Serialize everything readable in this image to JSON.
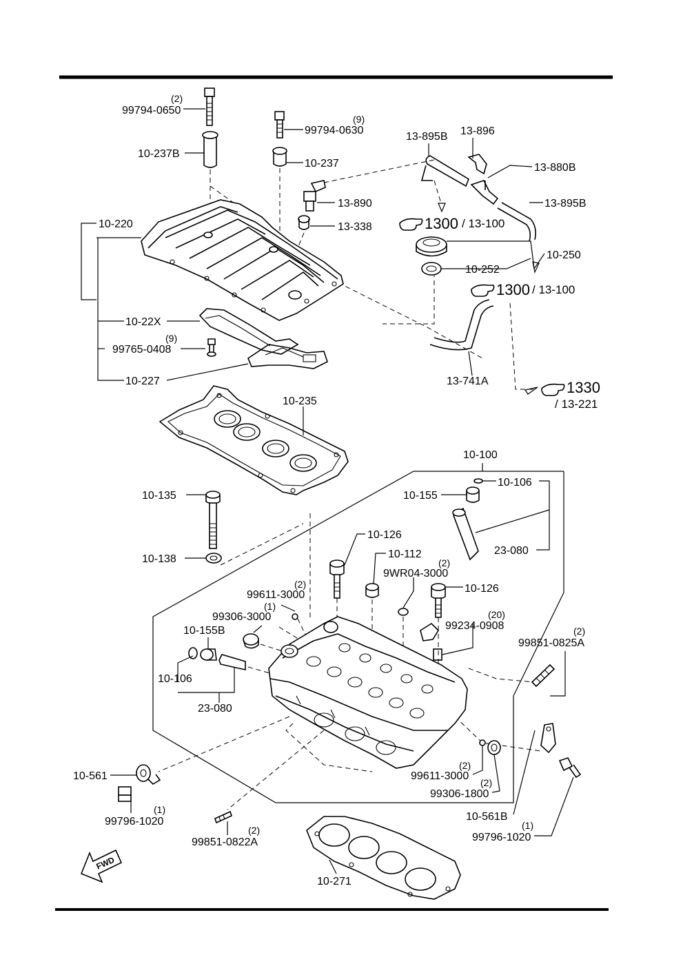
{
  "callouts": [
    {
      "id": "99794-0650",
      "qty": "(2)"
    },
    {
      "id": "99794-0630",
      "qty": "(9)"
    },
    {
      "id": "10-237B"
    },
    {
      "id": "10-237"
    },
    {
      "id": "13-895B-a",
      "text": "13-895B"
    },
    {
      "id": "13-896",
      "text": "13-896"
    },
    {
      "id": "13-880B",
      "text": "13-880B"
    },
    {
      "id": "13-895B-b",
      "text": "13-895B"
    },
    {
      "id": "13-890",
      "text": "13-890"
    },
    {
      "id": "13-338",
      "text": "13-338"
    },
    {
      "id": "10-220",
      "text": "10-220"
    },
    {
      "id": "10-250",
      "text": "10-250"
    },
    {
      "id": "10-252",
      "text": "10-252"
    },
    {
      "id": "10-22X",
      "text": "10-22X"
    },
    {
      "id": "99765-0408",
      "text": "99765-0408",
      "qty": "(9)"
    },
    {
      "id": "10-227",
      "text": "10-227"
    },
    {
      "id": "13-741A",
      "text": "13-741A"
    },
    {
      "id": "10-235",
      "text": "10-235"
    },
    {
      "id": "10-100",
      "text": "10-100"
    },
    {
      "id": "10-106-a",
      "text": "10-106"
    },
    {
      "id": "10-155",
      "text": "10-155"
    },
    {
      "id": "10-135",
      "text": "10-135"
    },
    {
      "id": "23-080-a",
      "text": "23-080"
    },
    {
      "id": "10-126-a",
      "text": "10-126"
    },
    {
      "id": "10-112",
      "text": "10-112"
    },
    {
      "id": "10-138",
      "text": "10-138"
    },
    {
      "id": "9WR04-3000",
      "text": "9WR04-3000",
      "qty": "(2)"
    },
    {
      "id": "99611-3000-a",
      "text": "99611-3000",
      "qty": "(2)"
    },
    {
      "id": "10-126-b",
      "text": "10-126"
    },
    {
      "id": "99306-3000",
      "text": "99306-3000",
      "qty": "(1)"
    },
    {
      "id": "99234-0908",
      "text": "99234-0908",
      "qty": "(20)"
    },
    {
      "id": "10-155B",
      "text": "10-155B"
    },
    {
      "id": "99851-0825A",
      "text": "99851-0825A",
      "qty": "(2)"
    },
    {
      "id": "10-106-b",
      "text": "10-106"
    },
    {
      "id": "23-080-b",
      "text": "23-080"
    },
    {
      "id": "10-561",
      "text": "10-561"
    },
    {
      "id": "99611-3000-b",
      "text": "99611-3000",
      "qty": "(2)"
    },
    {
      "id": "99306-1800",
      "text": "99306-1800",
      "qty": "(2)"
    },
    {
      "id": "99796-1020-a",
      "text": "99796-1020",
      "qty": "(1)"
    },
    {
      "id": "10-561B",
      "text": "10-561B"
    },
    {
      "id": "99851-0822A",
      "text": "99851-0822A",
      "qty": "(2)"
    },
    {
      "id": "99796-1020-b",
      "text": "99796-1020",
      "qty": "(1)"
    },
    {
      "id": "10-271",
      "text": "10-271"
    }
  ],
  "labels": {
    "p99794_0650": "99794-0650",
    "q99794_0650": "(2)",
    "p99794_0630": "99794-0630",
    "q99794_0630": "(9)",
    "p10_237B": "10-237B",
    "p10_237": "10-237",
    "p13_895B_a": "13-895B",
    "p13_896": "13-896",
    "p13_880B": "13-880B",
    "p13_895B_b": "13-895B",
    "p13_890": "13-890",
    "p13_338": "13-338",
    "p10_220": "10-220",
    "p10_250": "10-250",
    "p10_252": "10-252",
    "p10_22X": "10-22X",
    "p99765_0408": "99765-0408",
    "q99765_0408": "(9)",
    "p10_227": "10-227",
    "p13_741A": "13-741A",
    "p10_235": "10-235",
    "p10_100": "10-100",
    "p10_106_a": "10-106",
    "p10_155": "10-155",
    "p10_135": "10-135",
    "p23_080_a": "23-080",
    "p10_126_a": "10-126",
    "p10_112": "10-112",
    "p10_138": "10-138",
    "p9WR04_3000": "9WR04-3000",
    "q9WR04_3000": "(2)",
    "p99611_3000_a": "99611-3000",
    "q99611_3000_a": "(2)",
    "p10_126_b": "10-126",
    "p99306_3000": "99306-3000",
    "q99306_3000": "(1)",
    "p99234_0908": "99234-0908",
    "q99234_0908": "(20)",
    "p10_155B": "10-155B",
    "p99851_0825A": "99851-0825A",
    "q99851_0825A": "(2)",
    "p10_106_b": "10-106",
    "p23_080_b": "23-080",
    "p10_561": "10-561",
    "p99611_3000_b": "99611-3000",
    "q99611_3000_b": "(2)",
    "p99306_1800": "99306-1800",
    "q99306_1800": "(2)",
    "p99796_1020_a": "99796-1020",
    "q99796_1020_a": "(1)",
    "p10_561B": "10-561B",
    "p99851_0822A": "99851-0822A",
    "q99851_0822A": "(2)",
    "p99796_1020_b": "99796-1020",
    "q99796_1020_b": "(1)",
    "p10_271": "10-271"
  },
  "references": {
    "ref1_main": "1300",
    "ref1_sub": "/ 13-100",
    "ref2_main": "1300",
    "ref2_sub": "/ 13-100",
    "ref3_main": "1330",
    "ref3_sub": "/ 13-221"
  },
  "fwd_label": "FWD",
  "icons": [
    "pointing-hand-icon",
    "fwd-arrow-icon"
  ]
}
